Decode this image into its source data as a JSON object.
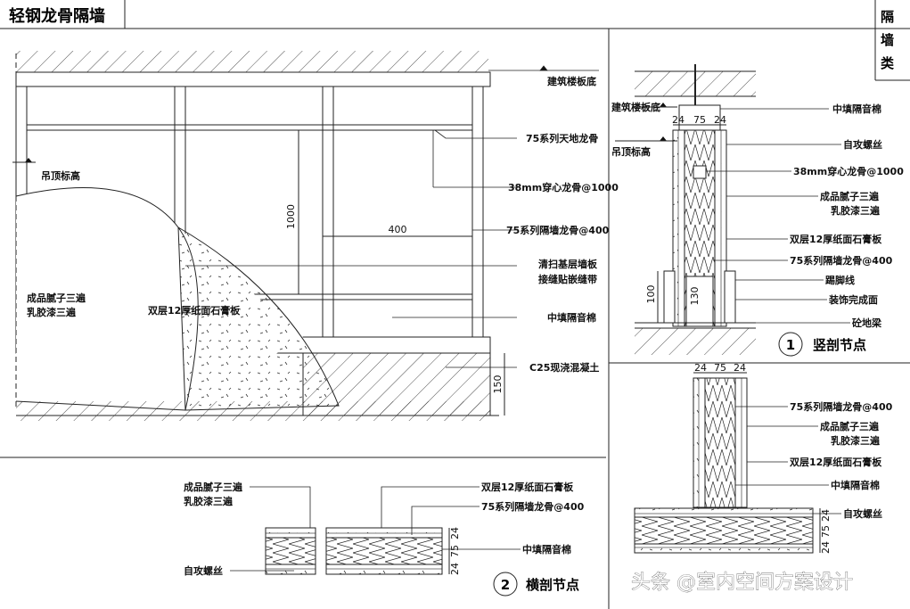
{
  "title": "轻钢龙骨隔墙",
  "category_tab": [
    "隔",
    "墙",
    "类"
  ],
  "elevation": {
    "labels": {
      "slab_bottom": "建筑楼板底",
      "top_track": "75系列天地龙骨",
      "ceiling_level": "吊顶标高",
      "through_stud": "38mm穿心龙骨@1000",
      "partition_stud": "75系列隔墙龙骨@400",
      "skirting_1": "清扫基层墙板",
      "skirting_2": "接缝贴嵌缝带",
      "insulation": "中填隔音棉",
      "concrete": "C25现浇混凝土",
      "finish_1": "成品腻子三遍",
      "finish_2": "乳胶漆三遍",
      "board": "双层12厚纸面石膏板"
    },
    "dims": {
      "spacing_v": "1000",
      "spacing_h": "400",
      "curb": "150"
    }
  },
  "section1": {
    "number": "1",
    "caption": "竖剖节点",
    "labels": {
      "slab_bottom": "建筑楼板底",
      "ceiling_level": "吊顶标高",
      "insulation": "中填隔音棉",
      "screw": "自攻螺丝",
      "through_stud": "38mm穿心龙骨@1000",
      "finish_1": "成品腻子三遍",
      "finish_2": "乳胶漆三遍",
      "board": "双层12厚纸面石膏板",
      "stud": "75系列隔墙龙骨@400",
      "skirting": "踢脚线",
      "floor_finish": "装饰完成面",
      "ground_beam": "砼地梁"
    },
    "dims": {
      "top": [
        "24",
        "75",
        "24"
      ],
      "h100": "100",
      "h130": "130"
    }
  },
  "section_right": {
    "labels": {
      "stud": "75系列隔墙龙骨@400",
      "finish_1": "成品腻子三遍",
      "finish_2": "乳胶漆三遍",
      "board": "双层12厚纸面石膏板",
      "insulation": "中填隔音棉",
      "screw": "自攻螺丝"
    },
    "dims": {
      "top": [
        "24",
        "75",
        "24"
      ],
      "side": [
        "24",
        "75",
        "24"
      ]
    }
  },
  "section2": {
    "number": "2",
    "caption": "横剖节点",
    "labels": {
      "finish_1": "成品腻子三遍",
      "finish_2": "乳胶漆三遍",
      "board": "双层12厚纸面石膏板",
      "stud": "75系列隔墙龙骨@400",
      "insulation": "中填隔音棉",
      "screw": "自攻螺丝"
    },
    "dims": {
      "side": [
        "24",
        "75",
        "24"
      ]
    }
  },
  "watermark": "头条 @室内空间方案设计"
}
